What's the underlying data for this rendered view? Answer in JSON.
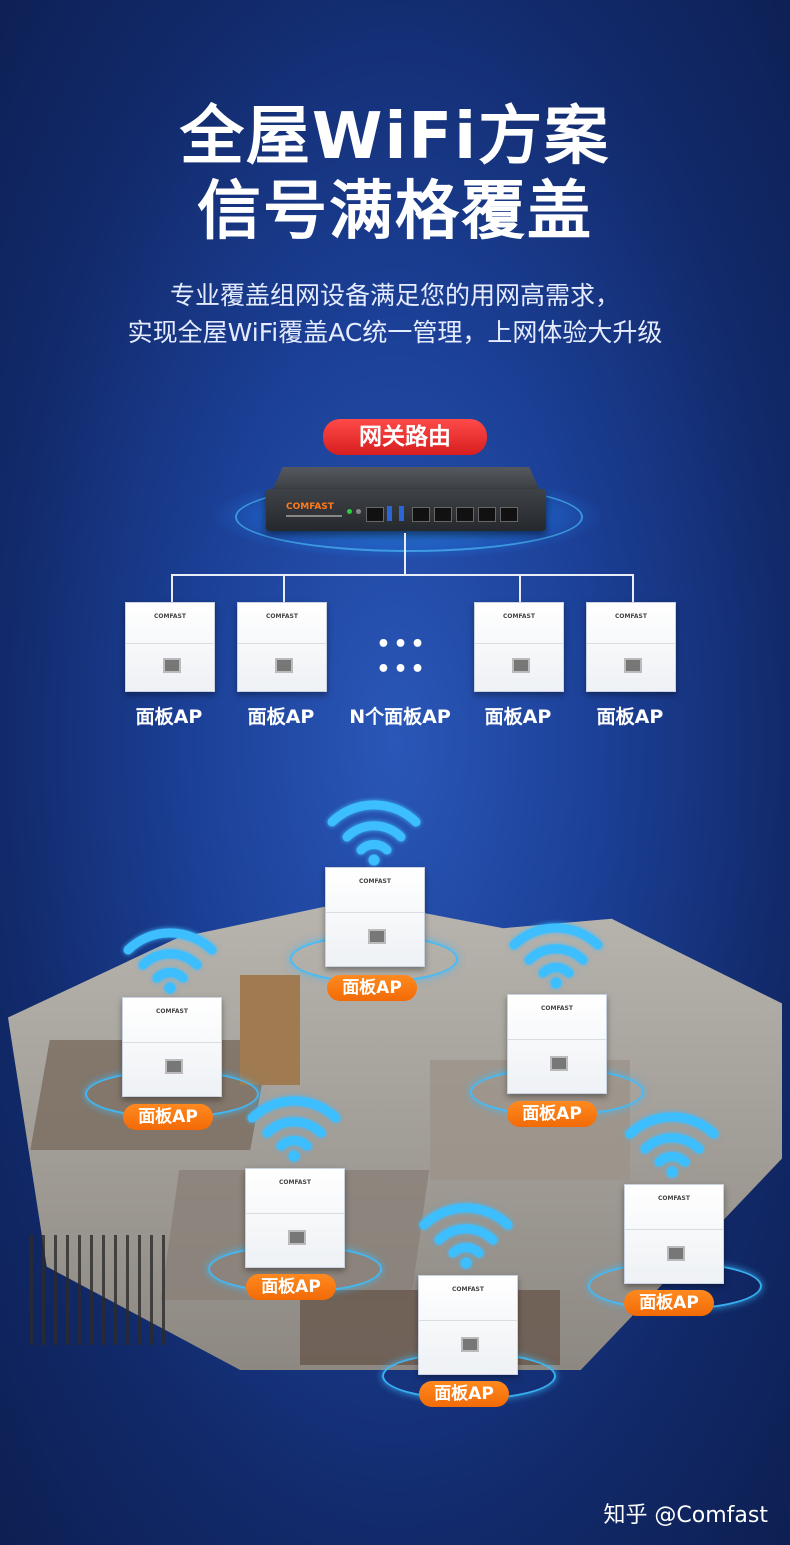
{
  "header": {
    "title_line1": "全屋WiFi方案",
    "title_line2": "信号满格覆盖",
    "subtitle_line1": "专业覆盖组网设备满足您的用网高需求，",
    "subtitle_line2": "实现全屋WiFi覆盖AC统一管理，上网体验大升级"
  },
  "topology": {
    "gateway_label": "网关路由",
    "router_brand": "COMFAST",
    "nodes": [
      {
        "label": "面板AP",
        "brand": "COMFAST"
      },
      {
        "label": "面板AP",
        "brand": "COMFAST"
      },
      {
        "label": "N个面板AP",
        "dots": "••• •••"
      },
      {
        "label": "面板AP",
        "brand": "COMFAST"
      },
      {
        "label": "面板AP",
        "brand": "COMFAST"
      }
    ]
  },
  "house": {
    "panels": [
      {
        "label": "面板AP",
        "brand": "COMFAST"
      },
      {
        "label": "面板AP",
        "brand": "COMFAST"
      },
      {
        "label": "面板AP",
        "brand": "COMFAST"
      },
      {
        "label": "面板AP",
        "brand": "COMFAST"
      },
      {
        "label": "面板AP",
        "brand": "COMFAST"
      },
      {
        "label": "面板AP",
        "brand": "COMFAST"
      }
    ]
  },
  "footer": {
    "watermark": "知乎 @Comfast"
  },
  "colors": {
    "background": "#1b3f95",
    "gateway_pill": "#e02525",
    "ap_pill": "#f26a07",
    "wifi_glow": "#3cbeff"
  }
}
